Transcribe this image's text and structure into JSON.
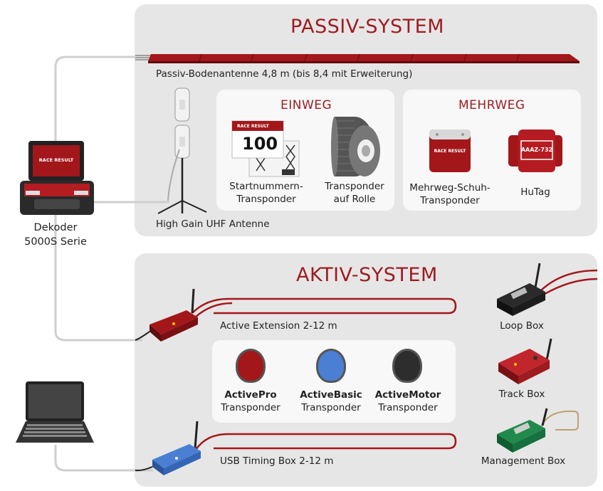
{
  "passive": {
    "title": "PASSIV-SYSTEM",
    "ground_antenna_label": "Passiv-Bodenantenne 4,8 m (bis 8,4 mit Erweiterung)",
    "uhf_antenna_label": "High Gain UHF Antenne",
    "oneway": {
      "title": "EINWEG",
      "bib_number": "100",
      "bib_brand": "RACE RESULT",
      "bib_label_1": "Startnummern-",
      "bib_label_2": "Transponder",
      "roll_label_1": "Transponder",
      "roll_label_2": "auf Rolle"
    },
    "reusable": {
      "title": "MEHRWEG",
      "shoe_brand": "RACE RESULT",
      "shoe_label_1": "Mehrweg-Schuh-",
      "shoe_label_2": "Transponder",
      "hutag_code": "AAAZ-732",
      "hutag_label": "HuTag"
    }
  },
  "decoder": {
    "brand": "RACE RESULT",
    "label_1": "Dekoder",
    "label_2": "5000S Serie"
  },
  "active": {
    "title": "AKTIV-SYSTEM",
    "extension_label": "Active Extension 2-12 m",
    "usb_box_label": "USB Timing Box 2-12 m",
    "transponders": [
      {
        "name": "ActivePro",
        "sub": "Transponder",
        "color": "#a3171b"
      },
      {
        "name": "ActiveBasic",
        "sub": "Transponder",
        "color": "#4a7fd4"
      },
      {
        "name": "ActiveMotor",
        "sub": "Transponder",
        "color": "#2d2d2d"
      }
    ],
    "boxes": {
      "loop": "Loop Box",
      "track": "Track Box",
      "management": "Management Box"
    }
  },
  "colors": {
    "brand_red": "#9e1b1f",
    "panel_grey": "#e6e6e6",
    "inner_panel": "#f8f8f8"
  }
}
